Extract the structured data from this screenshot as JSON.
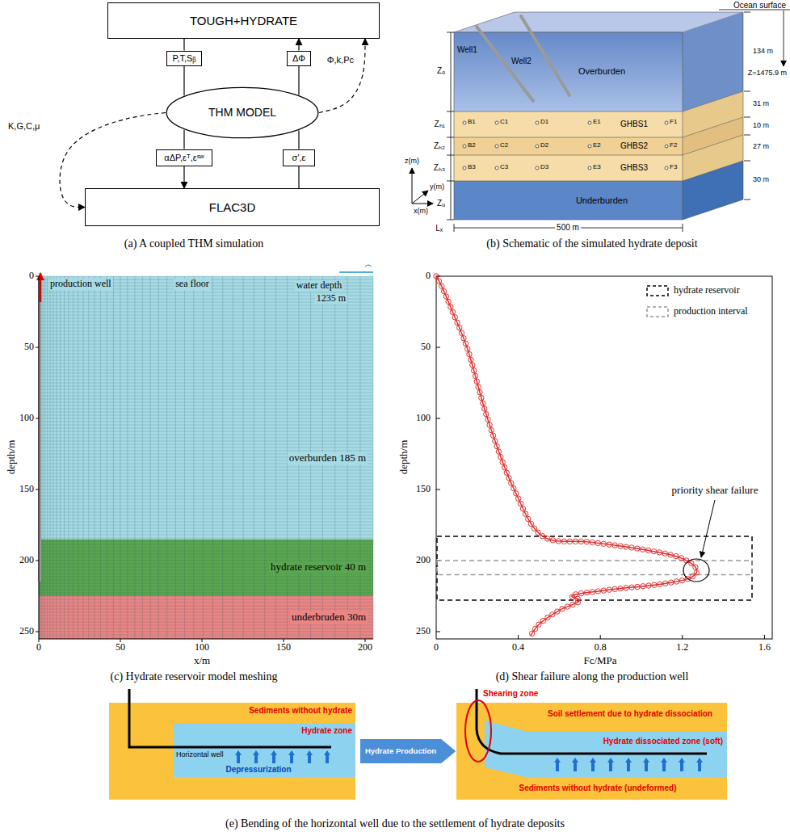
{
  "diagram": {
    "nodes": [
      {
        "text": [
          "TOUGH+HYDRATE"
        ]
      },
      {
        "text": [
          "P,T,Sᵦ"
        ]
      },
      {
        "text": [
          "ΔΦ"
        ]
      },
      {
        "text": [
          "THM MODEL"
        ]
      },
      {
        "text": [
          "αΔP,εᵀ,εˢʷ"
        ]
      },
      {
        "text": [
          "σ′,ε"
        ]
      },
      {
        "text": [
          "FLAC3D"
        ]
      },
      {
        "text": [
          "Sediments without hydrate"
        ]
      },
      {
        "text": [
          "Hydrate zone",
          "Horizontal well",
          "Depressurization"
        ],
        "in": 7
      },
      {
        "text": [
          "Hydrate Production"
        ]
      },
      {
        "text": [
          "Soil settlement due to hydrate dissociation",
          "Sediments without hydrate (undeformed)"
        ]
      },
      {
        "text": [
          "Hydrate dissociated zone (soft)"
        ],
        "in": 10
      }
    ],
    "edges": [
      {
        "from": 0,
        "to": 1,
        "arrow": "none"
      },
      {
        "from": 1,
        "to": 3,
        "arrow": "none"
      },
      {
        "from": 3,
        "to": 2,
        "arrow": "none"
      },
      {
        "from": 2,
        "to": 0,
        "arrow": "to"
      },
      {
        "from": 3,
        "to": 4,
        "arrow": "none"
      },
      {
        "from": 4,
        "to": 6,
        "arrow": "to"
      },
      {
        "from": 6,
        "to": 5,
        "arrow": "none"
      },
      {
        "from": 5,
        "to": 3,
        "arrow": "none"
      },
      {
        "from": 3,
        "to": 0,
        "arrow": "to",
        "label": "Φ,k,Pc"
      },
      {
        "from": 3,
        "to": 6,
        "arrow": "to",
        "label": "K,G,C,μ"
      }
    ],
    "labels": [
      "(a) A coupled THM simulation",
      "Ocean surface",
      "134 m",
      "Z=1475.9 m",
      "31 m",
      "10 m",
      "27 m",
      "30 m",
      "Overburden",
      "GHBS1",
      "GHBS2",
      "GHBS3",
      "Underburden",
      "Zₒ",
      "Zₕ₁",
      "Zₕ₂",
      "Zₕ₃",
      "Zᵤ",
      "Well1",
      "Well2",
      "z(m)",
      "y(m)",
      "x(m)",
      "Lₓ",
      "500 m",
      "B1",
      "C1",
      "D1",
      "E1",
      "F1",
      "B2",
      "C2",
      "D2",
      "E2",
      "F2",
      "B3",
      "C3",
      "D3",
      "E3",
      "F3",
      "(b) Schematic of the simulated hydrate deposit",
      "production well",
      "sea floor",
      "water depth",
      "1235 m",
      "overburden 185 m",
      "hydrate reservoir 40 m",
      "underbruden 30m",
      "0",
      "50",
      "100",
      "150",
      "200",
      "250",
      "0",
      "50",
      "100",
      "150",
      "200",
      "depth/m",
      "x/m",
      "(c) Hydrate reservoir model meshing",
      "priority shear failure",
      "0",
      "50",
      "100",
      "150",
      "200",
      "250",
      "0",
      "0.4",
      "0.8",
      "1.2",
      "1.6",
      "depth/m",
      "Fc/MPa",
      "(d) Shear failure along the production well",
      "Shearing zone",
      "(e) Bending of the horizontal well due to the settlement of hydrate deposits"
    ],
    "legend": [
      {
        "text": "hydrate reservoir"
      },
      {
        "text": "production interval"
      }
    ]
  }
}
